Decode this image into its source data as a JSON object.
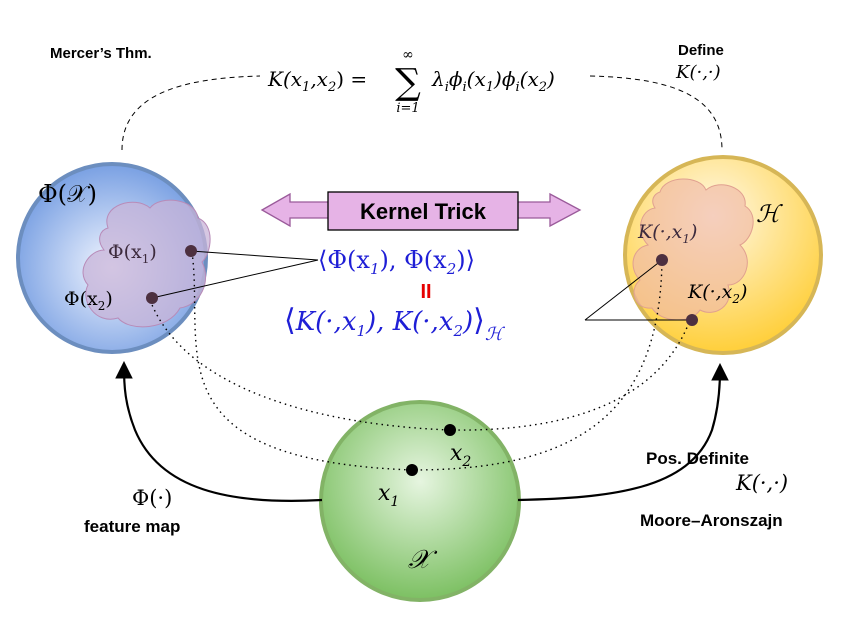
{
  "labels": {
    "mercer": "Mercer’s Thm.",
    "define_word": "Define",
    "define_k": "K(·,·)",
    "kernel_trick": "Kernel Trick",
    "phi_dot": "Φ(·)",
    "feature_map": "feature map",
    "pos_definite": "Pos. Definite",
    "pos_k": "K(·,·)",
    "moore": "Moore–Aronszajn"
  },
  "formula": {
    "lhs": "K(x",
    "lhs_sub1": "1",
    "lhs_mid": ",x",
    "lhs_sub2": "2",
    "lhs_end": ") =",
    "sum_sym": "∑",
    "sum_top": "∞",
    "sum_bottom": "i=1",
    "rhs_lambda": "λ",
    "rhs_i1": "i",
    "rhs_phi1": "ϕ",
    "rhs_i2": "i",
    "rhs_x1a": "(x",
    "rhs_x1sub": "1",
    "rhs_x1b": ")",
    "rhs_phi2": "ϕ",
    "rhs_i3": "i",
    "rhs_x2a": "(x",
    "rhs_x2sub": "2",
    "rhs_x2b": ")"
  },
  "left_space": {
    "title": "Φ(𝒳)",
    "p1_a": "Φ(x",
    "p1_sub": "1",
    "p1_b": ")",
    "p2_a": "Φ(x",
    "p2_sub": "2",
    "p2_b": ")"
  },
  "right_space": {
    "title": "ℋ",
    "p1_a": "K(·,x",
    "p1_sub": "1",
    "p1_b": ")",
    "p2_a": "K(·,x",
    "p2_sub": "2",
    "p2_b": ")"
  },
  "bottom_space": {
    "title": "𝒳",
    "x1": "x",
    "x1_sub": "1",
    "x2": "x",
    "x2_sub": "2"
  },
  "center": {
    "inner1_open": "⟨",
    "inner1_a": "Φ(x",
    "inner1_sub1": "1",
    "inner1_b": "), Φ(x",
    "inner1_sub2": "2",
    "inner1_c": ")",
    "inner1_close": "⟩",
    "equals": "II",
    "inner2_open": "⟨",
    "inner2_a": "K(·,x",
    "inner2_sub1": "1",
    "inner2_b": "), K(·,x",
    "inner2_sub2": "2",
    "inner2_c": ")",
    "inner2_close": "⟩",
    "inner2_space": "ℋ"
  },
  "colors": {
    "blue_text": "#1f1fd6",
    "red_equals": "#e60000",
    "left_circle": "#6c8ebf",
    "right_circle": "#d6b656",
    "bottom_circle": "#82b366",
    "kernel_box": "#e6b3e6"
  }
}
